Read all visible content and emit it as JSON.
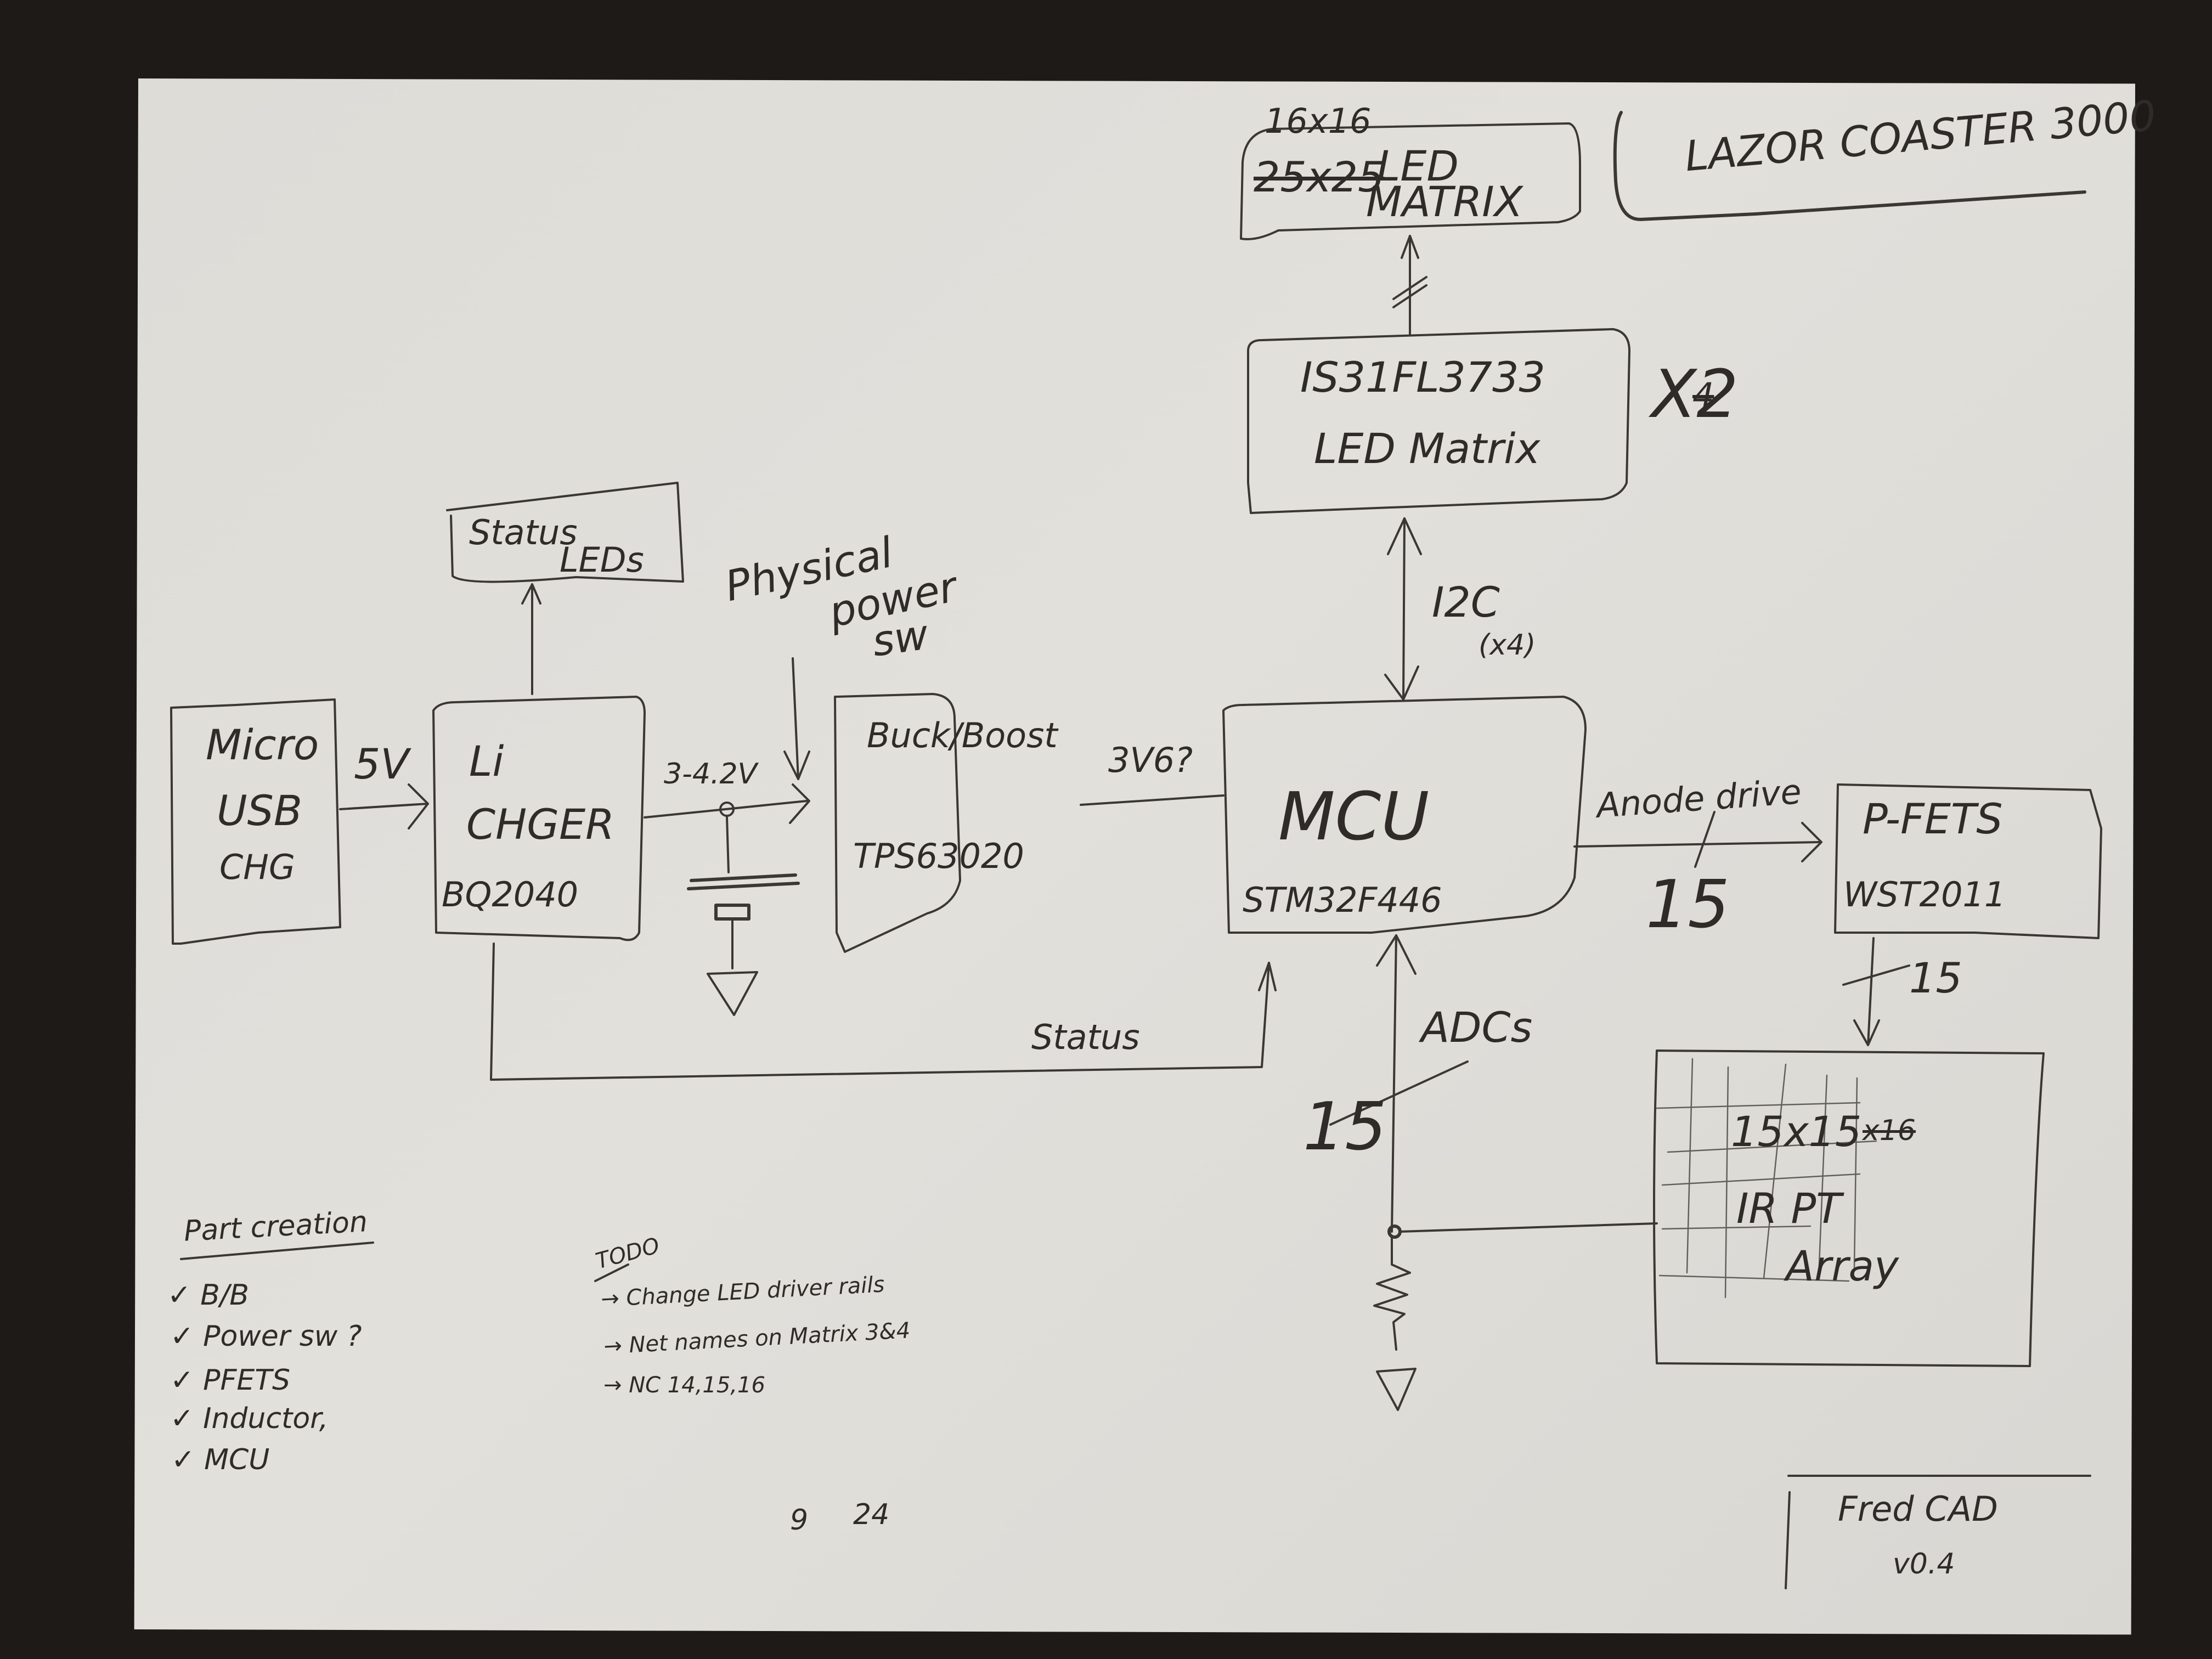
{
  "title_block": {
    "project_name": "LAZOR COASTER 3000",
    "tool": "Fred CAD",
    "version": "v0.4"
  },
  "blocks": {
    "led_matrix_display": {
      "size_label": "16x16",
      "struck_text": "25x25",
      "line1": "LED",
      "line2": "MATRIX"
    },
    "led_driver": {
      "part": "IS31FL3733",
      "label": "LED Matrix",
      "multiplier": "X2",
      "struck_multiplier": "4"
    },
    "status_leds": {
      "line1": "Status",
      "line2": "LEDs"
    },
    "usb": {
      "line1": "Micro",
      "line2": "USB",
      "line3": "CHG"
    },
    "charger": {
      "line1": "Li",
      "line2": "CHGER",
      "part": "BQ2040"
    },
    "buck_boost": {
      "label": "Buck/Boost",
      "part": "TPS63020"
    },
    "mcu": {
      "label": "MCU",
      "part": "STM32F446"
    },
    "pfets": {
      "label": "P-FETS",
      "part": "WST2011"
    },
    "ir_array": {
      "size": "15x15",
      "struck_text": "x16",
      "line1": "IR PT",
      "line2": "Array"
    }
  },
  "nets": {
    "usb_to_charger": "5V",
    "battery_rail": "3-4.2V",
    "power_switch_label": [
      "Physical",
      "power",
      "sw"
    ],
    "rail_3v": "3V6?",
    "i2c": "I2C",
    "i2c_count": "(x4)",
    "anode_drive": "Anode drive",
    "anode_bus_width": "15",
    "pfet_bus_width": "15",
    "adc_label": "ADCs",
    "adc_bus_width": "15",
    "status_label": "Status"
  },
  "part_creation": {
    "heading": "Part creation",
    "items": [
      {
        "check": "✓",
        "label": "B/B"
      },
      {
        "check": "✓",
        "label": "Power sw ?"
      },
      {
        "check": "✓",
        "label": "PFETS"
      },
      {
        "check": "✓",
        "label": "Inductor,"
      },
      {
        "check": "✓",
        "label": "MCU"
      }
    ]
  },
  "todo": {
    "heading": "TODO",
    "items": [
      "→ Change LED driver rails",
      "→ Net names on Matrix 3&4",
      "→ NC 14,15,16"
    ]
  },
  "date": {
    "month": "9",
    "day": "24"
  },
  "colors": {
    "background": "#1e1a17",
    "paper": "#dedcd7",
    "ink": "#3a3734"
  }
}
